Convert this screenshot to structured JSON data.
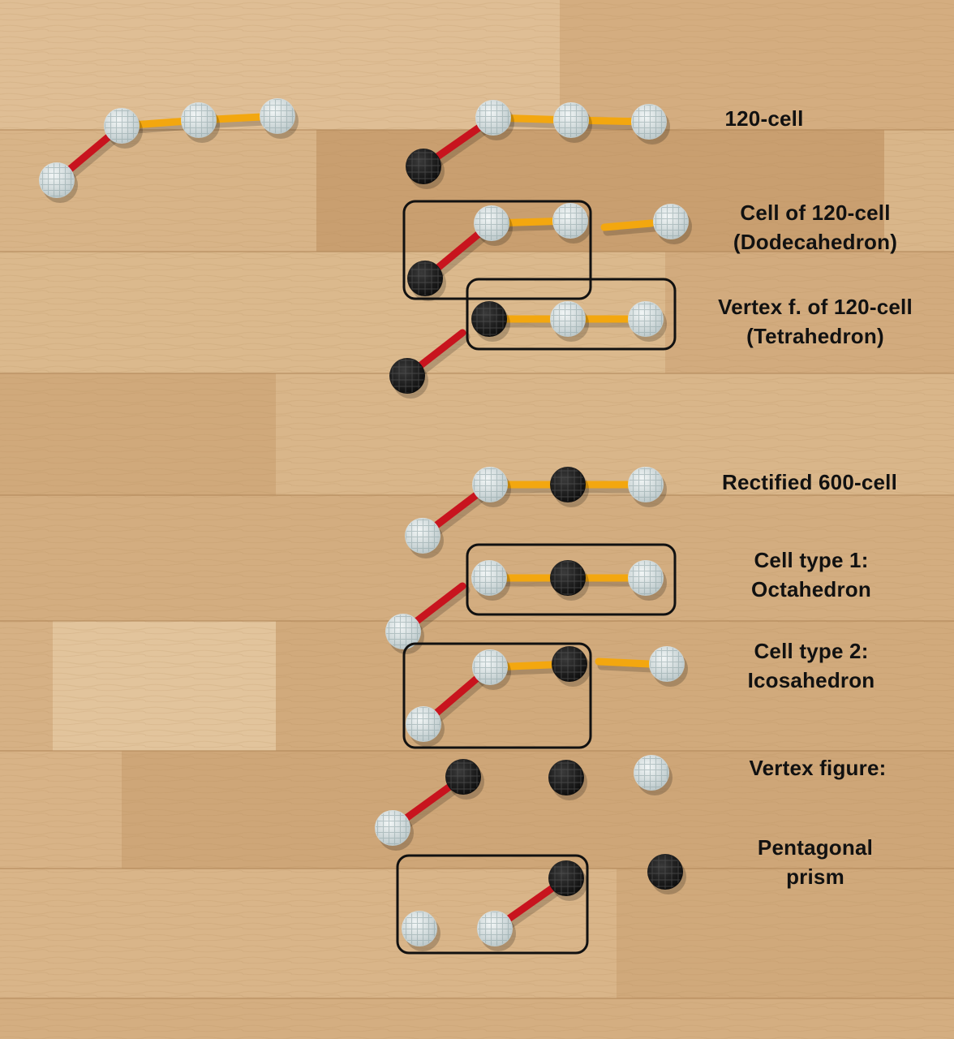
{
  "colors": {
    "wood_light": "#dcb98f",
    "wood_mid": "#cfa677",
    "wood_dark": "#c39a6b",
    "node_white": "#dde5e6",
    "node_black": "#151515",
    "rod_red": "#c8141e",
    "rod_yellow": "#f3a70f",
    "frame": "#111111",
    "text": "#111111"
  },
  "labels": {
    "cell120": {
      "line1": "120-cell"
    },
    "cell_of_120": {
      "line1": "Cell of 120-cell",
      "line2": "(Dodecahedron)"
    },
    "vertex_f_120": {
      "line1": "Vertex f. of 120-cell",
      "line2": "(Tetrahedron)"
    },
    "rectified600": {
      "line1": "Rectified 600-cell"
    },
    "cell_type1": {
      "line1": "Cell type 1:",
      "line2": "Octahedron"
    },
    "cell_type2": {
      "line1": "Cell type 2:",
      "line2": "Icosahedron"
    },
    "vertex_figure": {
      "line1": "Vertex figure:"
    },
    "pent_prism": {
      "line1": "Pentagonal",
      "line2": "prism"
    }
  }
}
